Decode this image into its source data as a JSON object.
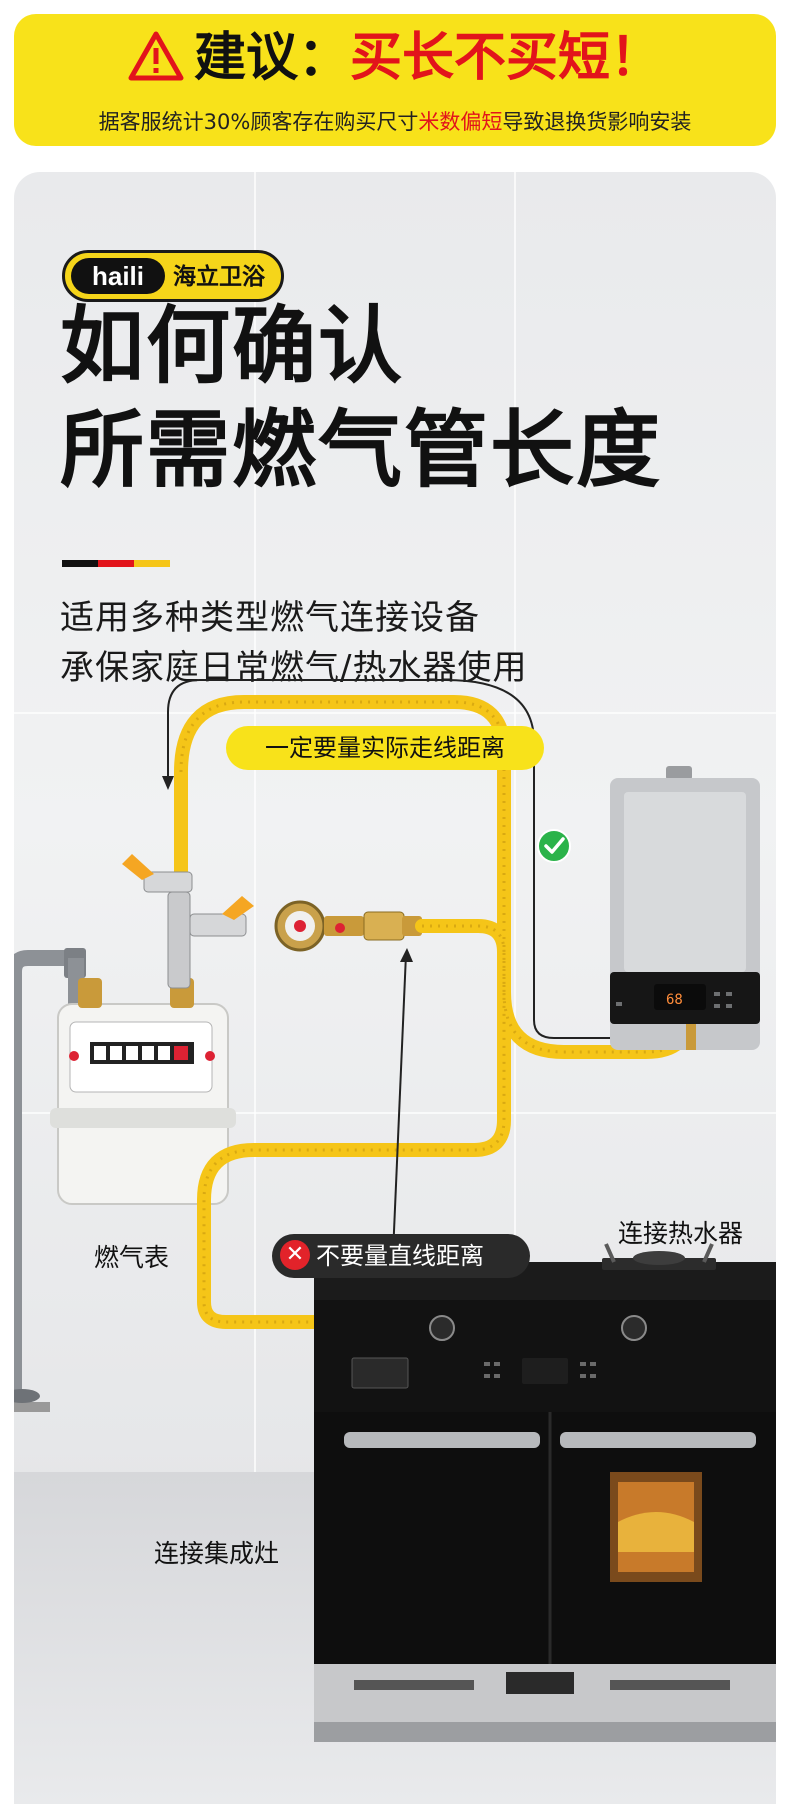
{
  "banner": {
    "title_black": "建议：",
    "title_red": "买长不买短！",
    "sub_before": "据客服统计30%顾客存在购买尺寸",
    "sub_highlight": "米数偏短",
    "sub_after": "导致退换货影响安装",
    "warning_icon": "warning-triangle-icon"
  },
  "brand": {
    "logo_en": "haili",
    "logo_cn": "海立卫浴"
  },
  "headline": {
    "line1": "如何确认",
    "line2": "所需燃气管长度"
  },
  "subtitle": {
    "line1": "适用多种类型燃气连接设备",
    "line2": "承保家庭日常燃气/热水器使用"
  },
  "annotations": {
    "measure_actual": "一定要量实际走线距离",
    "not_straight": "不要量直线距离",
    "check_icon": "check-circle-icon",
    "cross_icon": "cross-circle-icon"
  },
  "labels": {
    "gas_meter": "燃气表",
    "water_heater": "连接热水器",
    "stove": "连接集成灶"
  },
  "heater_display": "68",
  "colors": {
    "banner_yellow": "#f8e21a",
    "alert_red": "#e2141b",
    "hose_yellow": "#f5c518",
    "check_green": "#2bb34a"
  }
}
